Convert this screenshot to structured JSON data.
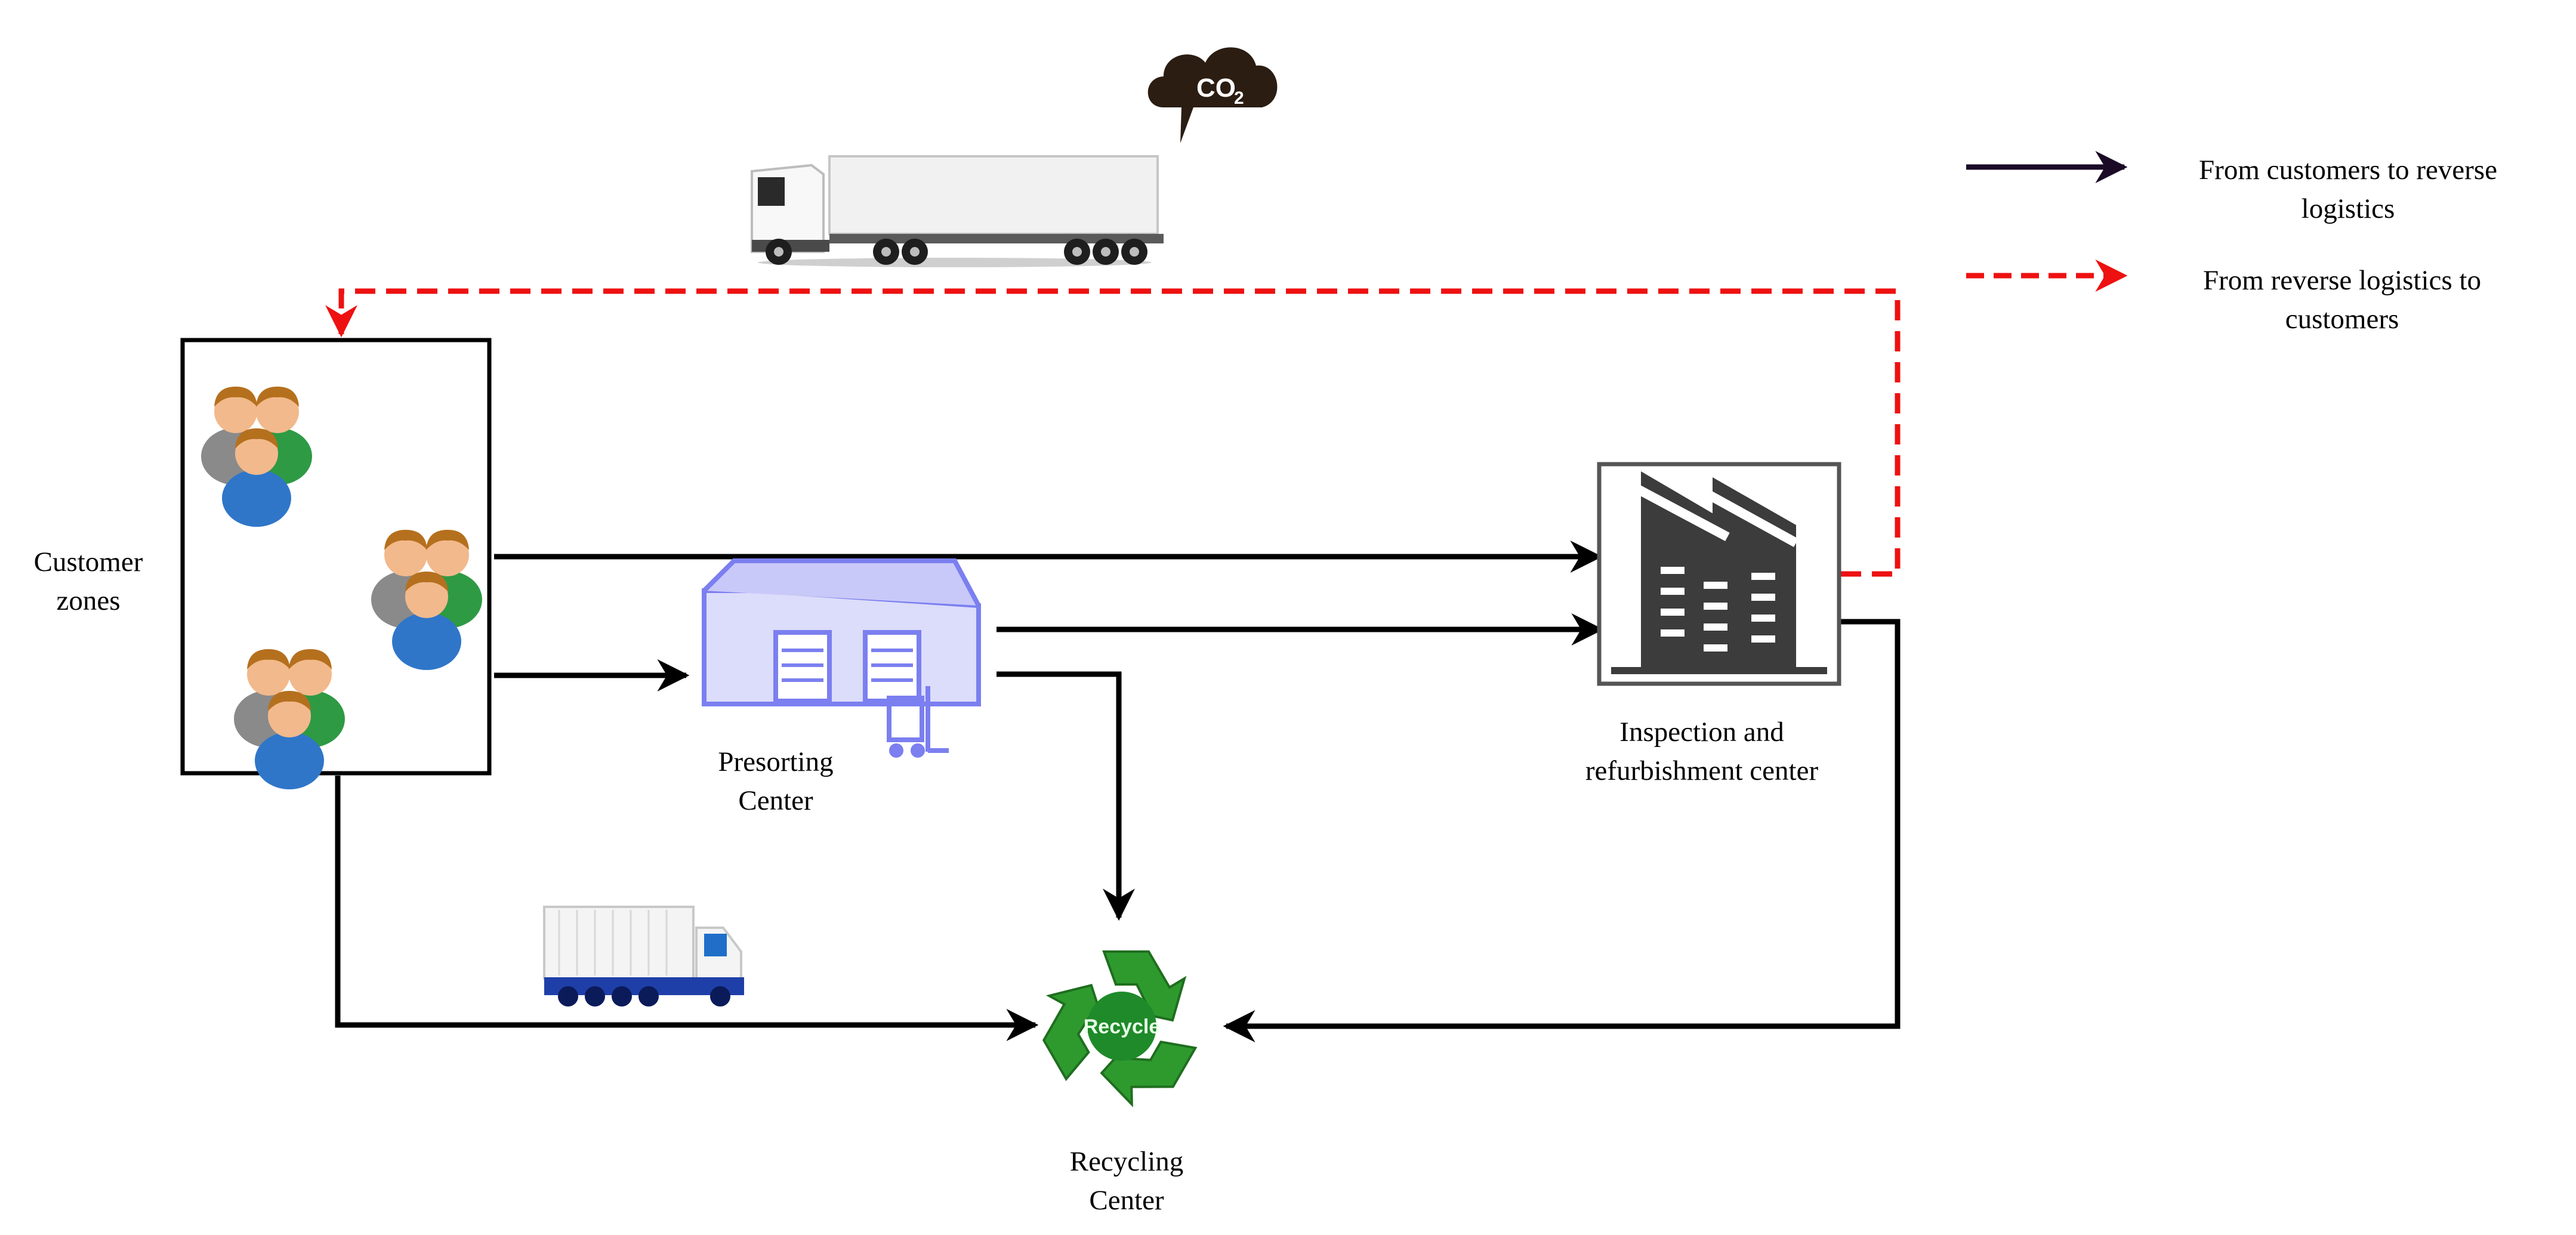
{
  "nodes": {
    "customers": {
      "label_line1": "Customer",
      "label_line2": "zones"
    },
    "presorting": {
      "label_line1": "Presorting",
      "label_line2": "Center"
    },
    "inspection": {
      "label_line1": "Inspection  and",
      "label_line2": "refurbishment center"
    },
    "recycling": {
      "label_line1": "Recycling",
      "label_line2": "Center",
      "icon_text": "Recycle"
    }
  },
  "emission": {
    "cloud_text": "CO",
    "cloud_subscript": "2"
  },
  "legend": [
    {
      "line1": "From  customers to  reverse",
      "line2": "logistics",
      "style": "solid",
      "color": "#1a0a26"
    },
    {
      "line1": "From reverse logistics to",
      "line2": "customers",
      "style": "dashed",
      "color": "#ee1111"
    }
  ],
  "colors": {
    "forward_flow": "#000000",
    "return_flow": "#ee1111",
    "presorting_icon": "#7b7ff0",
    "factory_icon": "#3c3c3c",
    "recycle_icon": "#2e9a2e",
    "small_truck_cab": "#1f6fc9",
    "small_truck_base": "#1f3fa8"
  },
  "icons": [
    "people-icon",
    "warehouse-icon",
    "forklift-icon",
    "factory-icon",
    "recycle-icon",
    "semi-truck-icon",
    "box-truck-icon",
    "co2-cloud-icon"
  ]
}
